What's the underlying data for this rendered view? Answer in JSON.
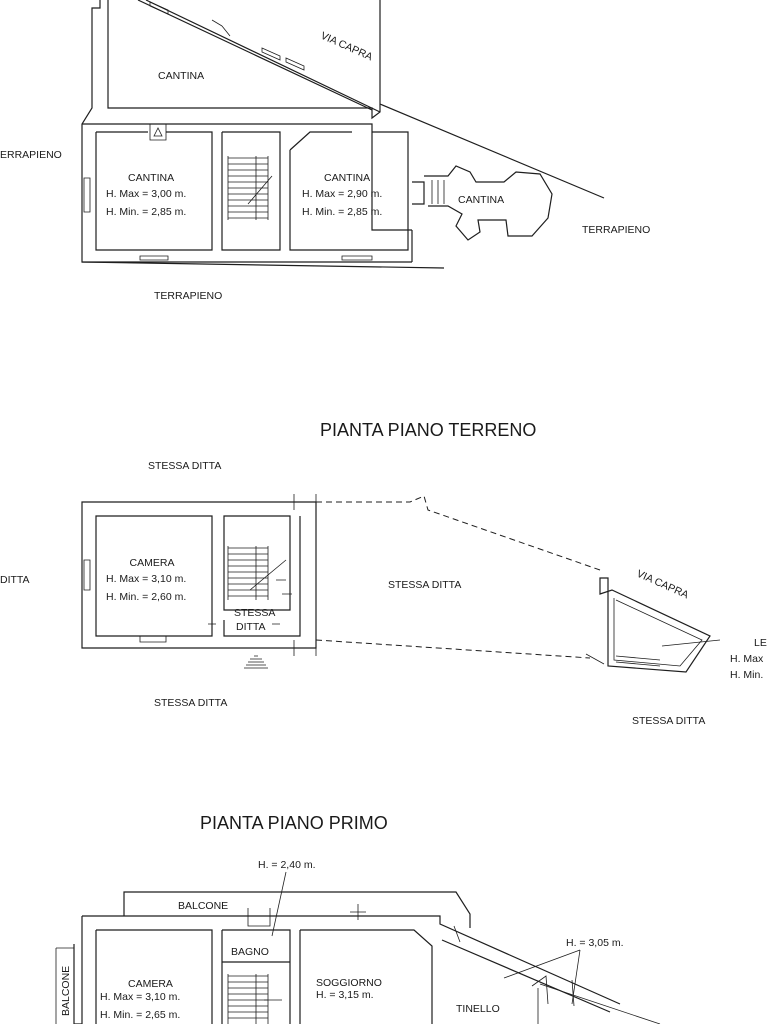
{
  "basement": {
    "street": "VIA CAPRA",
    "cantina_top": "CANTINA",
    "terrapieno_left": "ERRAPIENO",
    "cantina_left": {
      "name": "CANTINA",
      "hmax": "H. Max = 3,00 m.",
      "hmin": "H. Min. = 2,85 m."
    },
    "cantina_mid": {
      "name": "CANTINA",
      "hmax": "H. Max = 2,90 m.",
      "hmin": "H. Min. = 2,85 m."
    },
    "cantina_right": "CANTINA",
    "terrapieno_right": "TERRAPIENO",
    "terrapieno_bottom": "TERRAPIENO"
  },
  "ground_floor": {
    "title": "PIANTA PIANO TERRENO",
    "stessa_ditta_top": "STESSA DITTA",
    "ditta_left": "DITTA",
    "camera": {
      "name": "CAMERA",
      "hmax": "H. Max = 3,10 m.",
      "hmin": "H. Min. = 2,60 m."
    },
    "stessa_ditta_center": "STESSA DITTA",
    "stessa_ditta_hall_1": "STESSA",
    "stessa_ditta_hall_2": "DITTA",
    "street": "VIA CAPRA",
    "right_label": "LE",
    "right_hmax": "H. Max",
    "right_hmin": "H. Min.",
    "stessa_ditta_bottom": "STESSA DITTA",
    "stessa_ditta_bottom_right": "STESSA DITTA"
  },
  "first_floor": {
    "title": "PIANTA PIANO PRIMO",
    "h_top": "H. = 2,40 m.",
    "balcone_top": "BALCONE",
    "bagno": "BAGNO",
    "h_right": "H. = 3,05 m.",
    "balcone_left": "BALCONE",
    "camera": {
      "name": "CAMERA",
      "hmax": "H. Max = 3,10 m.",
      "hmin": "H. Min. = 2,65 m."
    },
    "soggiorno": {
      "name": "SOGGIORNO",
      "h": "H. = 3,15 m."
    },
    "tinello": "TINELLO"
  }
}
